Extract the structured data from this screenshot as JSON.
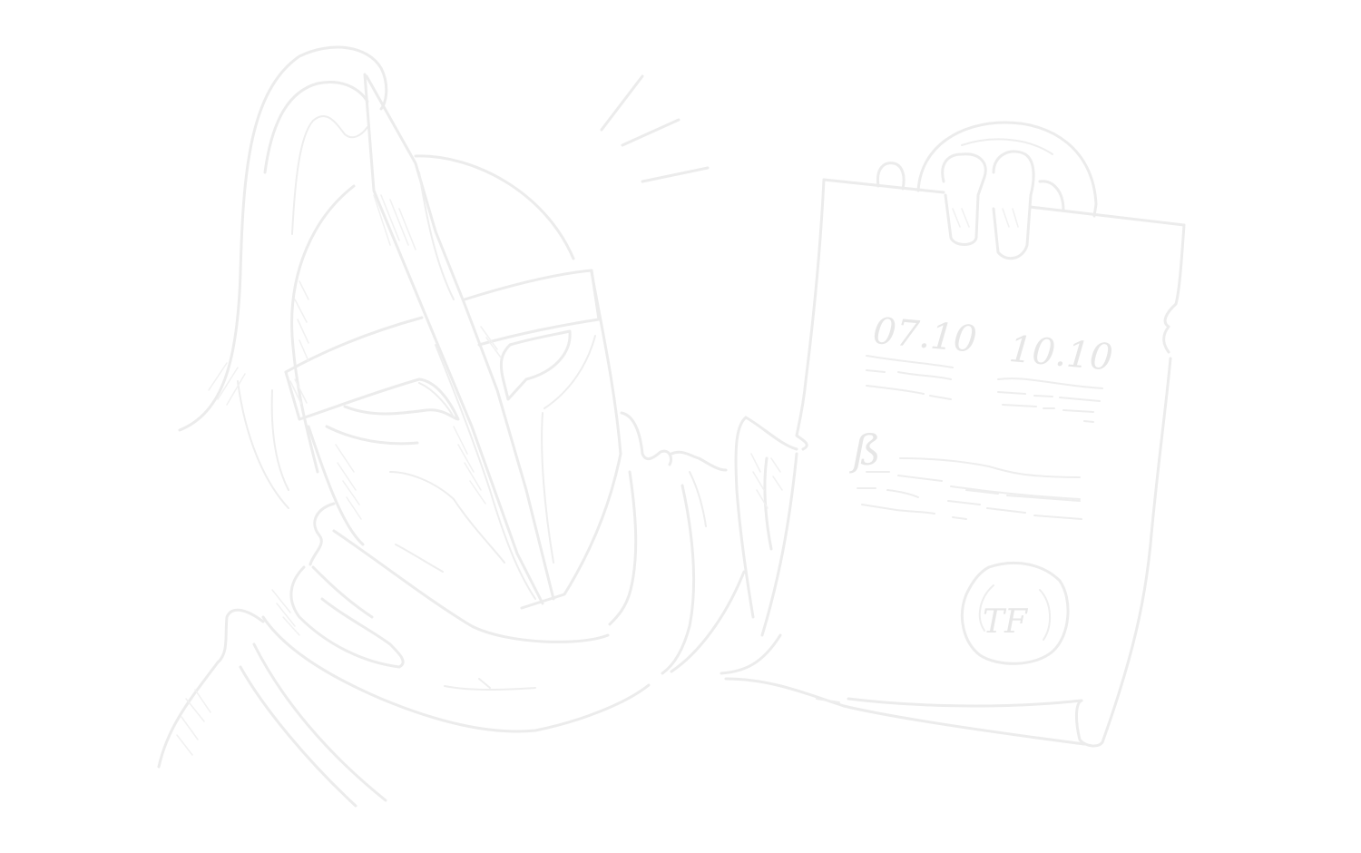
{
  "illustration": {
    "subject": "knight-holding-document",
    "colors": {
      "stroke": "#ececec",
      "background": "#ffffff"
    },
    "document": {
      "date_left": "07.10",
      "date_right": "10.10",
      "initial": "ß",
      "seal_monogram": "TF"
    }
  }
}
